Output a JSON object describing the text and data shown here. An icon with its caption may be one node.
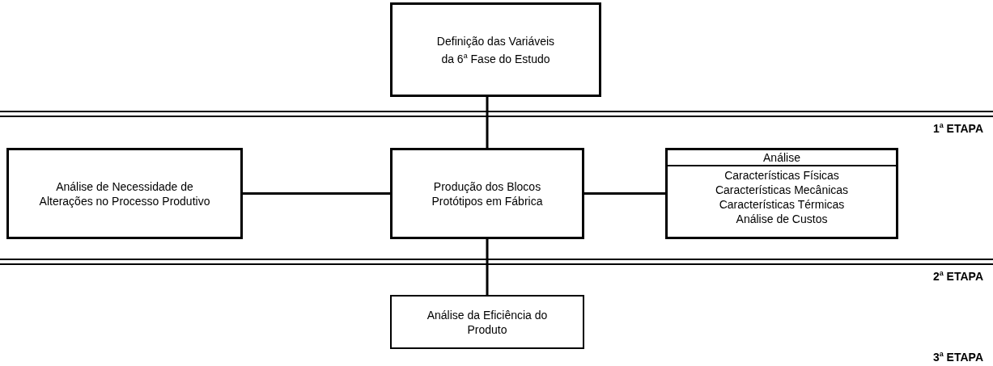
{
  "diagram": {
    "nodes": [
      {
        "text": [
          "Definição das Variáveis da 6$^{a}$ Fase do Estudo"
        ]
      },
      {
        "text": [
          "Análise de Necessidade de Alterações no Processo Produtivo"
        ]
      },
      {
        "text": [
          "Produção dos Blocos Protótipos em Fábrica"
        ]
      },
      {
        "text": [
          "Análise",
          "Características Físicas",
          "Características Mecânicas",
          "Características Térmicas",
          "Análise de Custos"
        ]
      },
      {
        "text": [
          "Análise da Eficiência do Produto"
        ]
      }
    ],
    "edges": [
      {
        "from": 0,
        "to": 2,
        "arrow": "none"
      },
      {
        "from": 1,
        "to": 2,
        "arrow": "none"
      },
      {
        "from": 2,
        "to": 3,
        "arrow": "none"
      },
      {
        "from": 2,
        "to": 4,
        "arrow": "none"
      }
    ],
    "labels": [
      "1$^{a}$ ETAPA",
      "2$^{a}$ ETAPA",
      "3$^{a}$ ETAPA"
    ]
  }
}
